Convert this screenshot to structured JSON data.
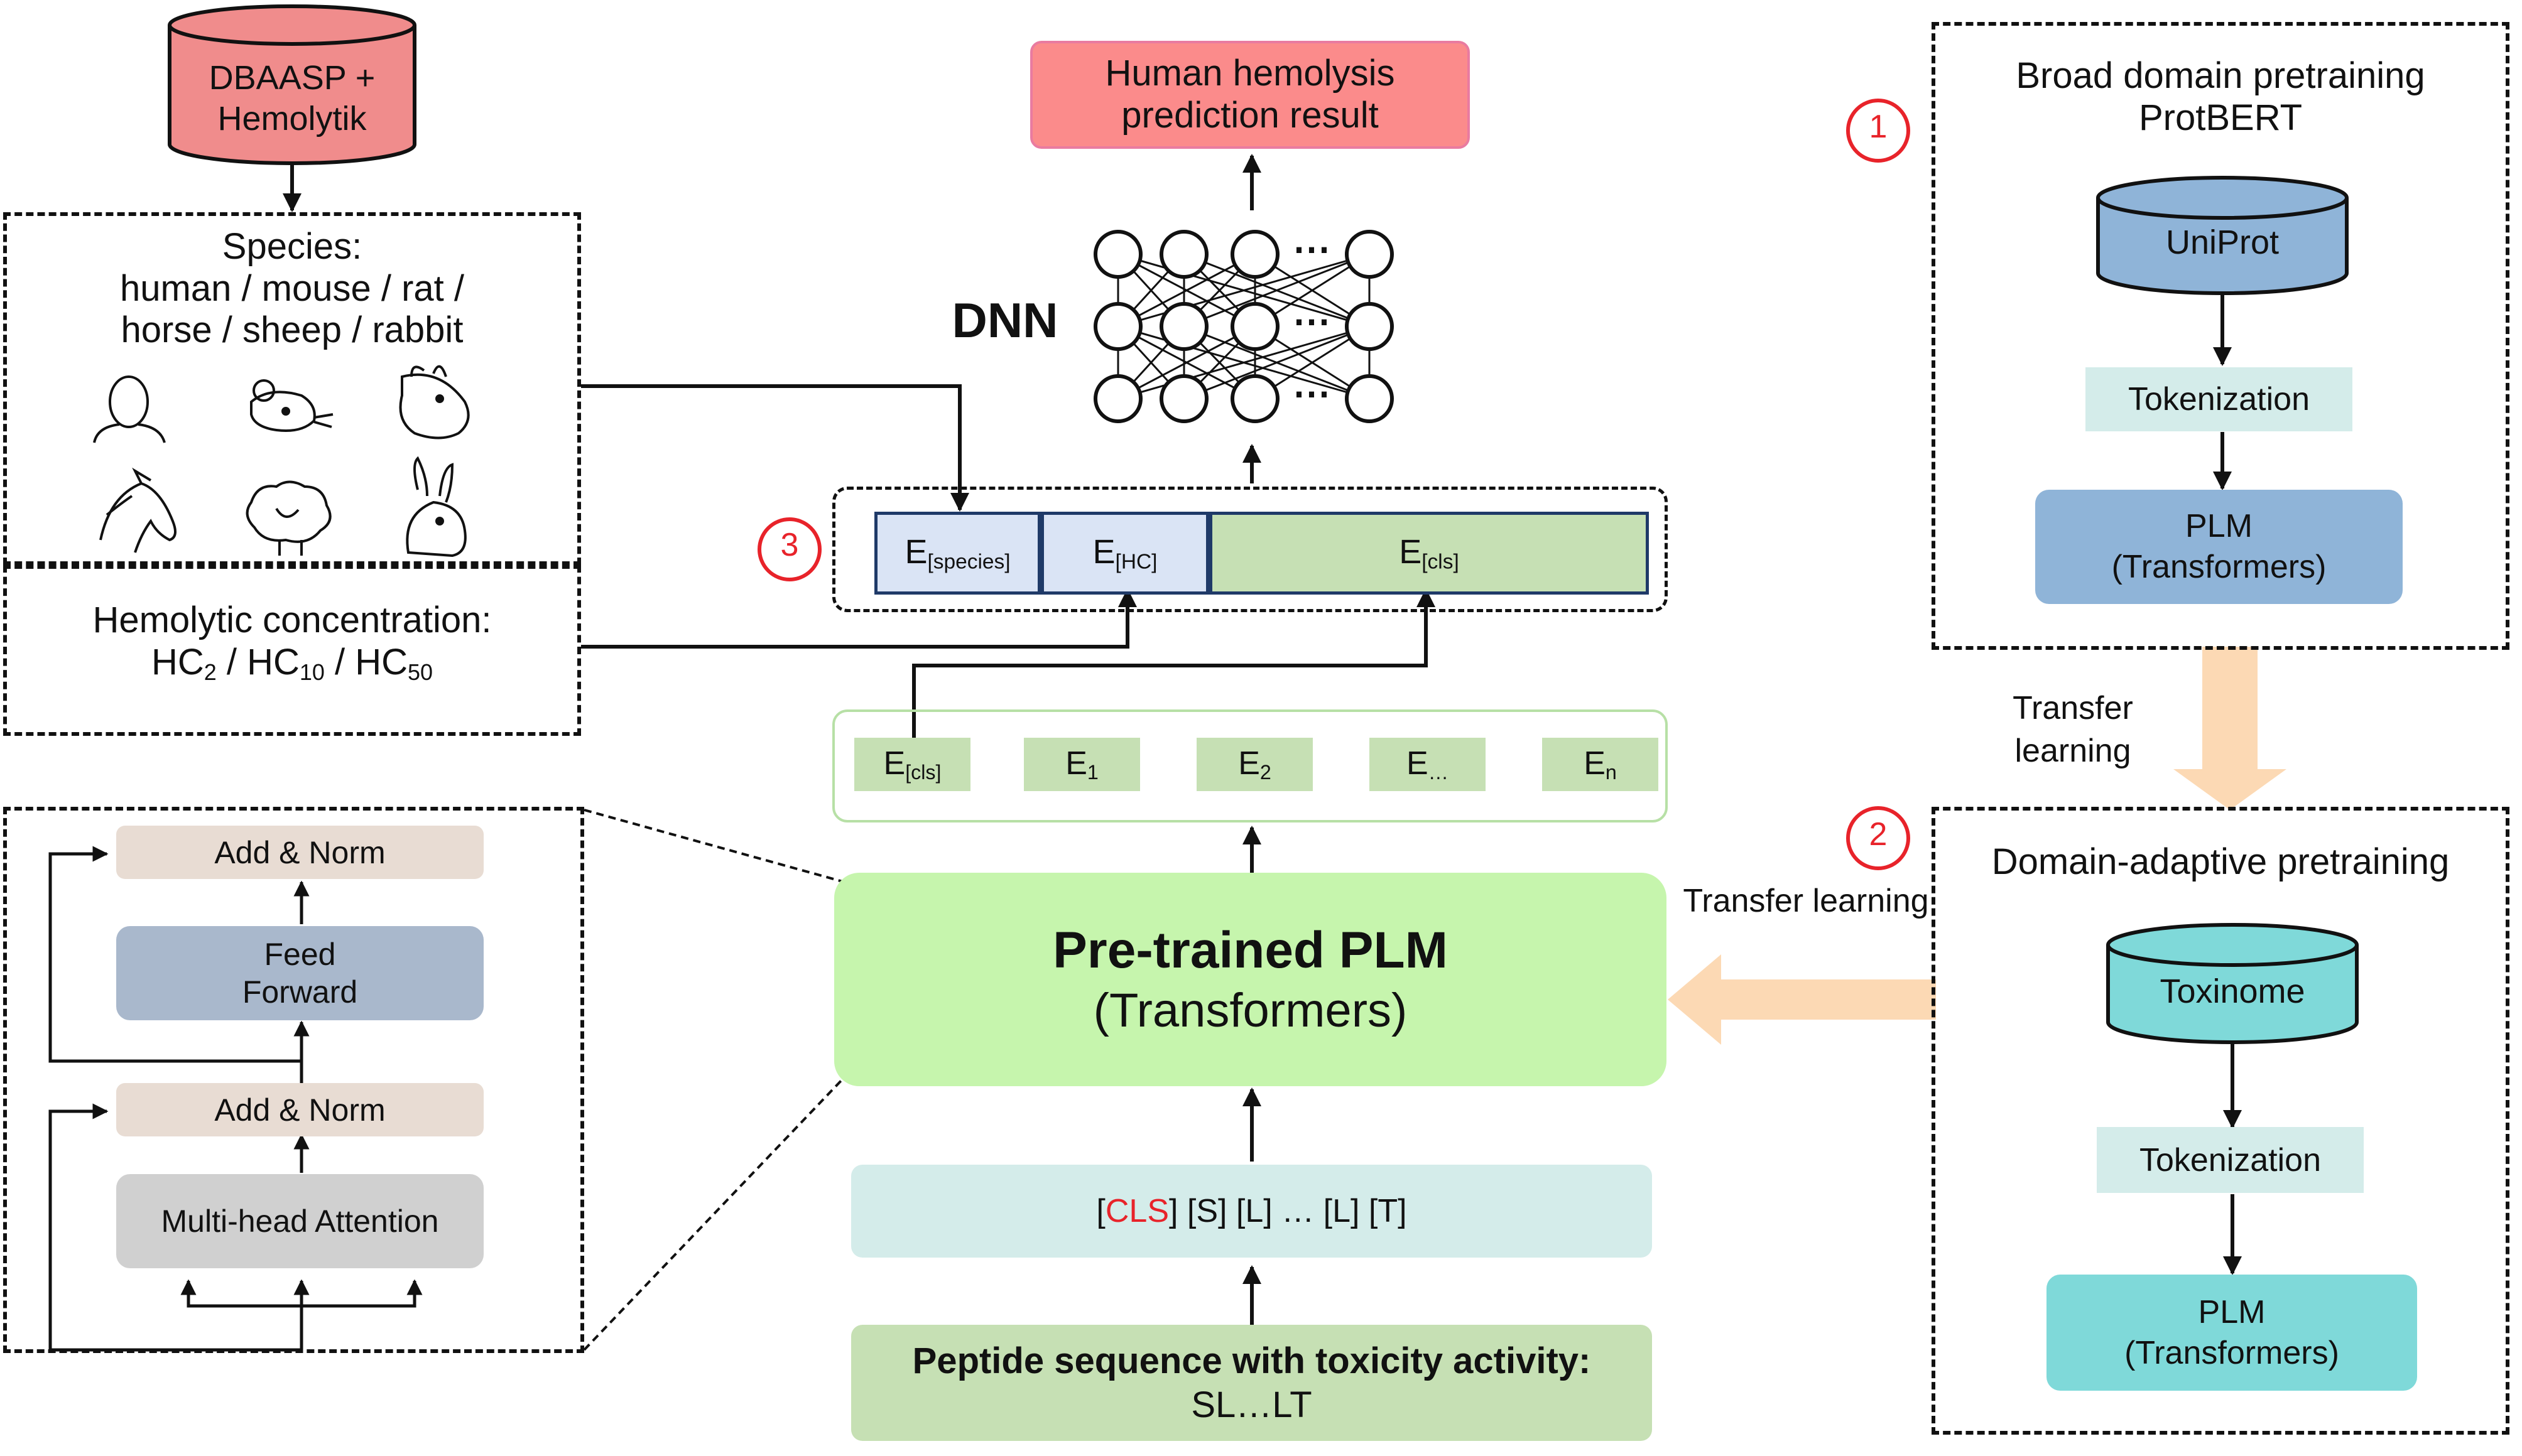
{
  "source_db": {
    "line1": "DBAASP +",
    "line2": "Hemolytik",
    "color": "#f08c8c"
  },
  "species": {
    "title": "Species:",
    "line1": "human / mouse / rat /",
    "line2": "horse / sheep / rabbit",
    "icons": [
      "human-icon",
      "mouse-icon",
      "rat-icon",
      "horse-icon",
      "sheep-icon",
      "rabbit-icon"
    ]
  },
  "hemolytic": {
    "title": "Hemolytic concentration:",
    "hc": "HC",
    "s2": "2",
    "s10": "10",
    "s50": "50",
    "sep": " / "
  },
  "transformer_block": {
    "add_norm_top": "Add & Norm",
    "ff_line1": "Feed",
    "ff_line2": "Forward",
    "add_norm_bottom": "Add & Norm",
    "attention": "Multi-head Attention"
  },
  "output": {
    "line1": "Human hemolysis",
    "line2": "prediction result",
    "color": "#fb8b8b"
  },
  "dnn": {
    "label": "DNN",
    "dots": "⋯"
  },
  "concat": {
    "badge": "3",
    "e": "E",
    "species_sub": "[species]",
    "hc_sub": "[HC]",
    "cls_sub": "[cls]"
  },
  "embeddings": {
    "e": "E",
    "cls_sub": "[cls]",
    "s1": "1",
    "s2": "2",
    "sdots": "…",
    "sn": "n"
  },
  "plm_main": {
    "title": "Pre-trained PLM",
    "subtitle": "(Transformers)"
  },
  "tokens": {
    "open": "[",
    "cls": "CLS",
    "rest": "] [S] [L] … [L] [T]"
  },
  "peptide": {
    "title": "Peptide sequence with toxicity activity:",
    "seq": "SL…LT"
  },
  "broad": {
    "badge": "1",
    "title_line1": "Broad domain pretraining",
    "title_line2": "ProtBERT",
    "db": "UniProt",
    "tokenization": "Tokenization",
    "plm_line1": "PLM",
    "plm_line2": "(Transformers)"
  },
  "transfer_vertical": {
    "line1": "Transfer",
    "line2": "learning"
  },
  "domain": {
    "badge": "2",
    "title": "Domain-adaptive pretraining",
    "db": "Toxinome",
    "tokenization": "Tokenization",
    "plm_line1": "PLM",
    "plm_line2": "(Transformers)"
  },
  "transfer_horizontal": {
    "label": "Transfer learning"
  },
  "colors": {
    "red_badge": "#e8232a",
    "cls_red": "#e8232a",
    "plm_green": "#c6f5ad",
    "emb_green": "#c6e0b4",
    "emb_blue": "#dae4f5",
    "token_teal": "#d4ecea",
    "peptide_green": "#c6e0b4",
    "blue_db": "#8fb4d8",
    "teal_db": "#7fd9d9",
    "orange_arrow": "#fcd9b4"
  }
}
